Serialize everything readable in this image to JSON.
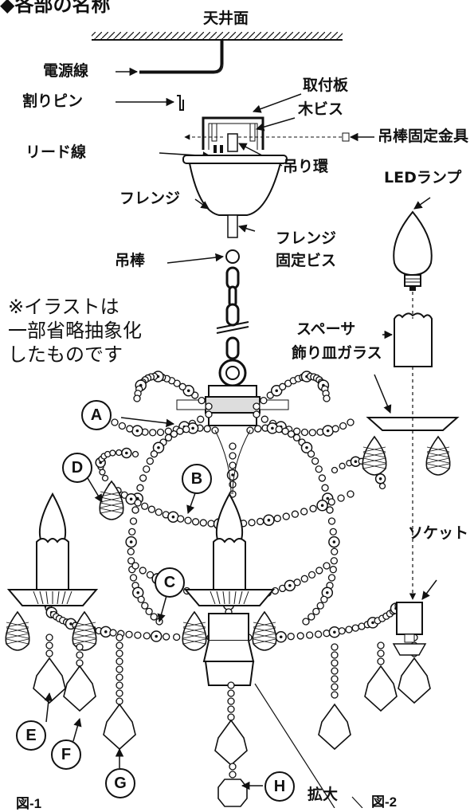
{
  "header": {
    "title": "◆各部の名称"
  },
  "labels": {
    "ceiling": "天井面",
    "power_wire": "電源線",
    "split_pin": "割りピン",
    "mount_plate": "取付板",
    "wood_screw": "木ビス",
    "rod_bracket": "吊棒固定金具",
    "lead_wire": "リード線",
    "hook_ring": "吊り環",
    "flange": "フレンジ",
    "flange_screw_1": "フレンジ",
    "flange_screw_2": "固定ビス",
    "rod": "吊棒",
    "led_lamp": "LEDランプ",
    "spacer": "スペーサ",
    "glass_plate": "飾り皿ガラス",
    "socket": "ソケット",
    "zoom": "拡大"
  },
  "note": {
    "line1": "※イラストは",
    "line2": "一部省略抽象化",
    "line3": "したものです"
  },
  "parts": [
    "A",
    "B",
    "C",
    "D",
    "E",
    "F",
    "G",
    "H"
  ],
  "figures": {
    "fig1": "図-1",
    "fig2": "図-2"
  }
}
